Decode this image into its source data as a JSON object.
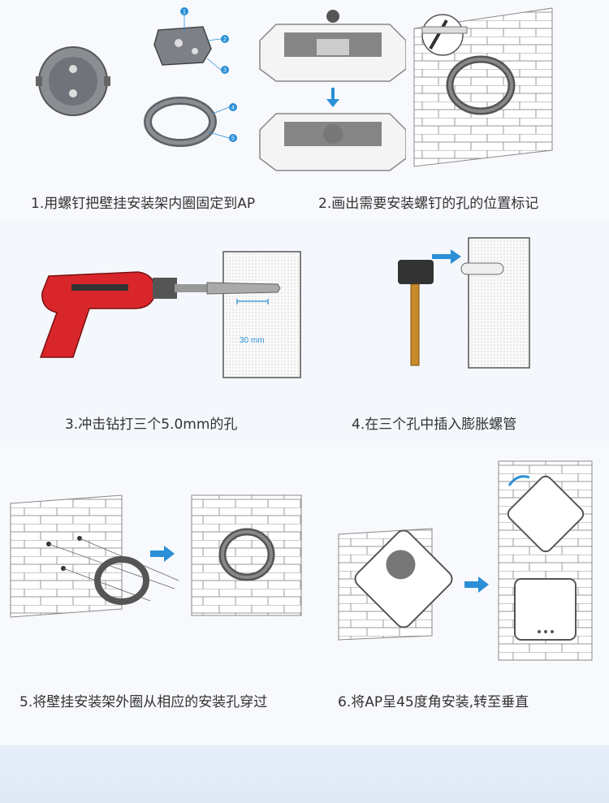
{
  "steps": [
    {
      "caption": "1.用螺钉把壁挂安装架内圈固定到AP"
    },
    {
      "caption": "2.画出需要安装螺钉的孔的位置标记"
    },
    {
      "caption": "3.冲击钻打三个5.0mm的孔"
    },
    {
      "caption": "4.在三个孔中插入膨胀螺管"
    },
    {
      "caption": "5.将壁挂安装架外圈从相应的安装孔穿过"
    },
    {
      "caption": "6.将AP呈45度角安装,转至垂直"
    }
  ],
  "callouts": [
    "1",
    "2",
    "3",
    "4",
    "5"
  ],
  "dimension_label": "30 mm",
  "colors": {
    "accent_blue": "#2a8fd6",
    "drill_red": "#d9262b",
    "wall_line": "#9a9a9a"
  }
}
